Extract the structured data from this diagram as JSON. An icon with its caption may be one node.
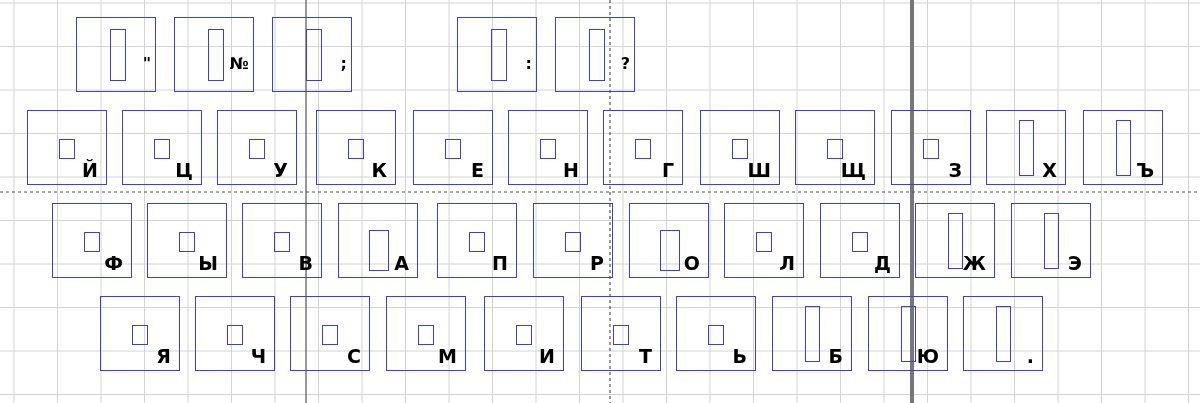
{
  "diagram": {
    "nodes": [
      {
        "text": [
          "\""
        ]
      },
      {
        "text": [
          "№"
        ]
      },
      {
        "text": [
          ";"
        ]
      },
      {
        "text": [
          ":"
        ]
      },
      {
        "text": [
          "?"
        ]
      },
      {
        "text": [
          "Й"
        ]
      },
      {
        "text": [
          "Ц"
        ]
      },
      {
        "text": [
          "У"
        ]
      },
      {
        "text": [
          "К"
        ]
      },
      {
        "text": [
          "Е"
        ]
      },
      {
        "text": [
          "Н"
        ]
      },
      {
        "text": [
          "Г"
        ]
      },
      {
        "text": [
          "Ш"
        ]
      },
      {
        "text": [
          "Щ"
        ]
      },
      {
        "text": [
          "З"
        ]
      },
      {
        "text": [
          "Х"
        ]
      },
      {
        "text": [
          "Ъ"
        ]
      },
      {
        "text": [
          "Ф"
        ]
      },
      {
        "text": [
          "Ы"
        ]
      },
      {
        "text": [
          "В"
        ]
      },
      {
        "text": [
          "А"
        ]
      },
      {
        "text": [
          "П"
        ]
      },
      {
        "text": [
          "Р"
        ]
      },
      {
        "text": [
          "О"
        ]
      },
      {
        "text": [
          "Л"
        ]
      },
      {
        "text": [
          "Д"
        ]
      },
      {
        "text": [
          "Ж"
        ]
      },
      {
        "text": [
          "Э"
        ]
      },
      {
        "text": [
          "Я"
        ]
      },
      {
        "text": [
          "Ч"
        ]
      },
      {
        "text": [
          "С"
        ]
      },
      {
        "text": [
          "М"
        ]
      },
      {
        "text": [
          "И"
        ]
      },
      {
        "text": [
          "Т"
        ]
      },
      {
        "text": [
          "Ь"
        ]
      },
      {
        "text": [
          "Б"
        ]
      },
      {
        "text": [
          "Ю"
        ]
      },
      {
        "text": [
          "."
        ]
      }
    ]
  }
}
